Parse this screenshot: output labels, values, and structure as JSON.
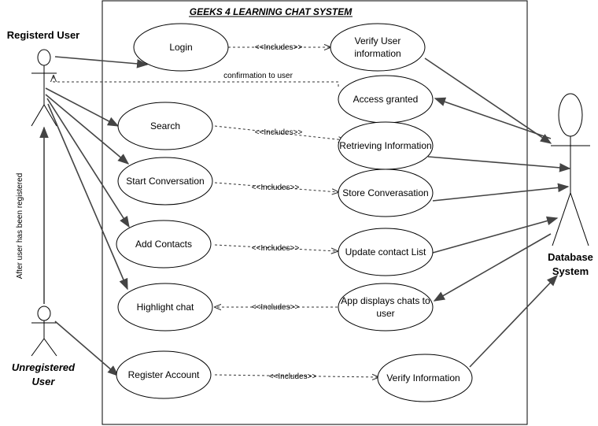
{
  "system": {
    "title": "GEEKS 4 LEARNING CHAT SYSTEM"
  },
  "actors": {
    "registered": "Registerd User",
    "unregistered_line1": "Unregistered",
    "unregistered_line2": "User",
    "database_line1": "Database",
    "database_line2": "System"
  },
  "use_cases": {
    "login": "Login",
    "verify_user_line1": "Verify User",
    "verify_user_line2": "information",
    "access_granted": "Access granted",
    "search": "Search",
    "retrieving_information": "Retrieving Information",
    "start_conversation": "Start Conversation",
    "store_conversation": "Store Converasation",
    "add_contacts": "Add Contacts",
    "update_contact_list": "Update contact List",
    "highlight_chat": "Highlight chat",
    "app_displays_line1": "App displays chats to",
    "app_displays_line2": "user",
    "register_account": "Register Account",
    "verify_information": "Verify Information"
  },
  "relations": {
    "includes": "<<Includes>>",
    "confirmation": "confirmation to user",
    "after_registered": "After user has been registered"
  }
}
